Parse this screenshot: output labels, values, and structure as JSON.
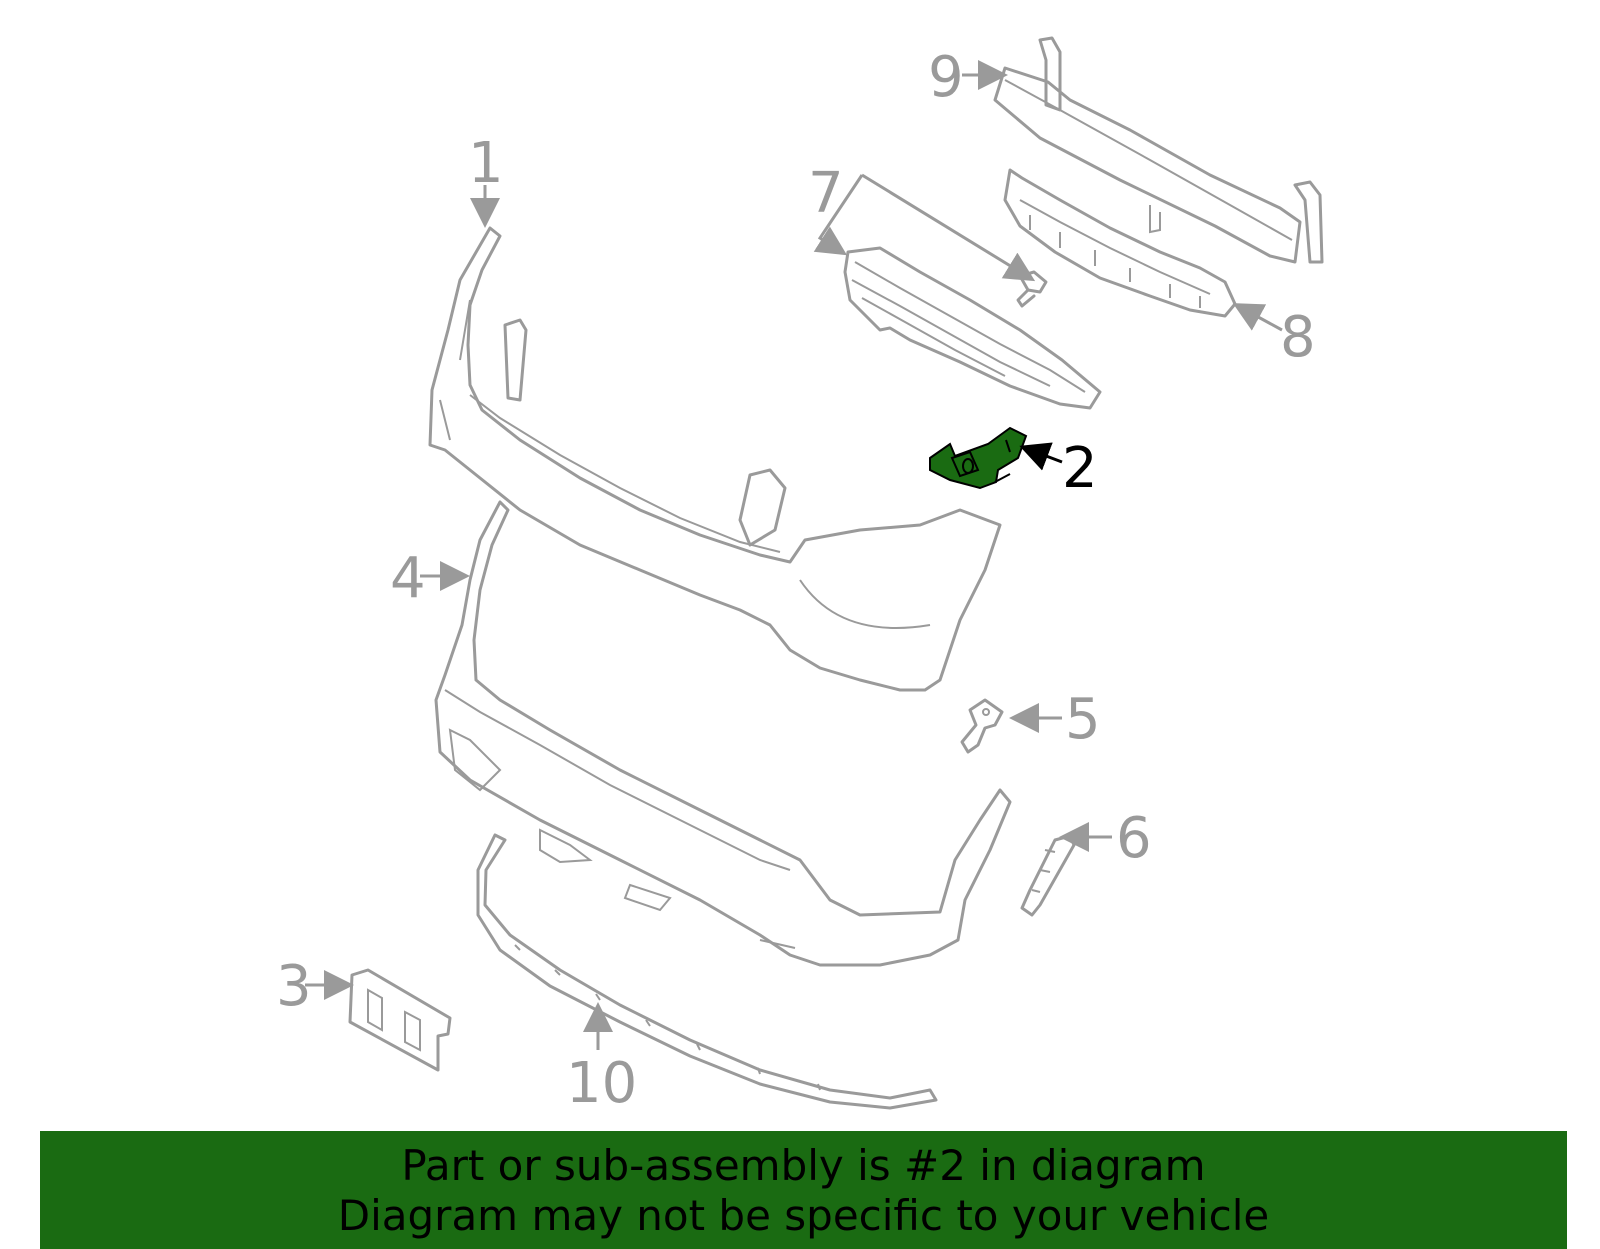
{
  "diagram": {
    "highlight_color": "#1a6b12",
    "line_color": "#9a9a9a",
    "highlighted_part": "2",
    "callouts": [
      "1",
      "2",
      "3",
      "4",
      "5",
      "6",
      "7",
      "8",
      "9",
      "10"
    ]
  },
  "footer": {
    "background": "#1a6b12",
    "line1": "Part or sub-assembly is #2 in diagram",
    "line2": "Diagram may not be specific to your vehicle"
  }
}
